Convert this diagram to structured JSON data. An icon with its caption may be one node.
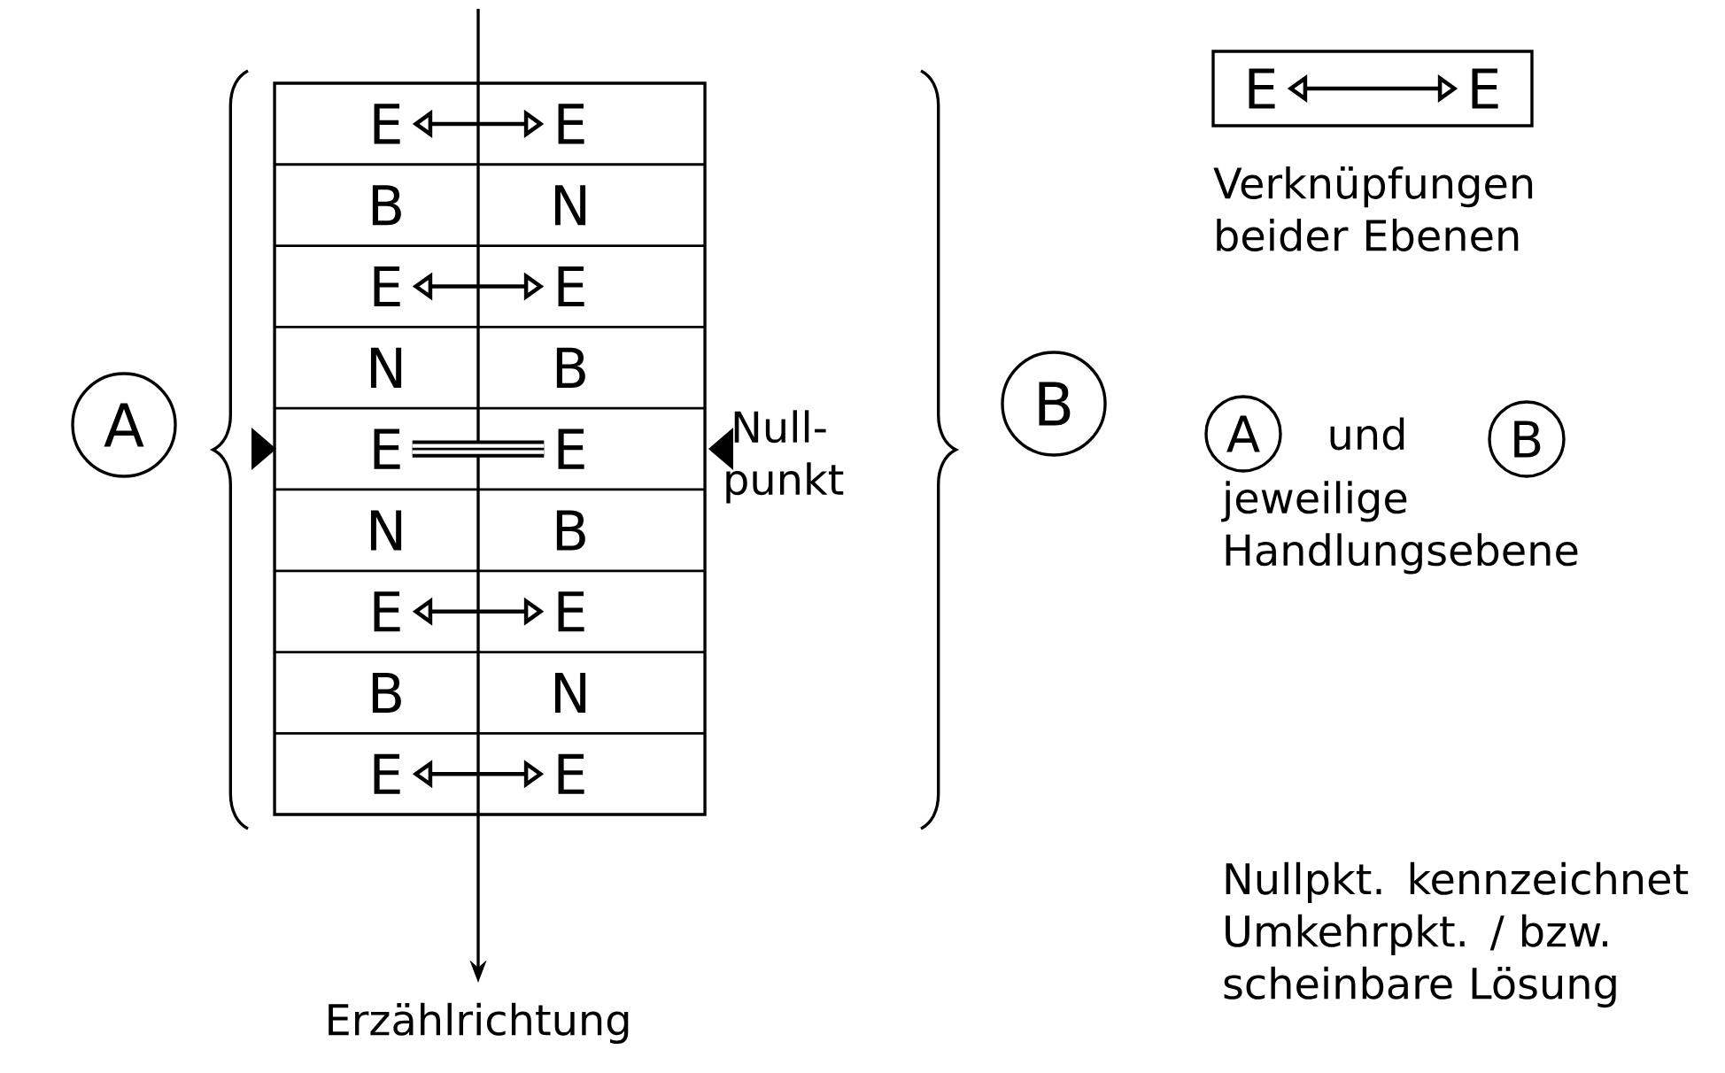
{
  "diagram": {
    "nodes": [
      {
        "text": [
          "A"
        ]
      },
      {
        "text": [],
        "shape": "box"
      },
      {
        "text": [
          "E"
        ],
        "in": 1
      },
      {
        "text": [
          "E"
        ],
        "in": 1
      },
      {
        "text": [
          "B"
        ],
        "in": 1
      },
      {
        "text": [
          "N"
        ],
        "in": 1
      },
      {
        "text": [
          "E"
        ],
        "in": 1
      },
      {
        "text": [
          "E"
        ],
        "in": 1
      },
      {
        "text": [
          "N"
        ],
        "in": 1
      },
      {
        "text": [
          "B"
        ],
        "in": 1
      },
      {
        "text": [
          "E"
        ],
        "in": 1
      },
      {
        "text": [
          "E"
        ],
        "in": 1
      },
      {
        "text": [
          "N"
        ],
        "in": 1
      },
      {
        "text": [
          "B"
        ],
        "in": 1
      },
      {
        "text": [
          "E"
        ],
        "in": 1
      },
      {
        "text": [
          "E"
        ],
        "in": 1
      },
      {
        "text": [
          "B"
        ],
        "in": 1
      },
      {
        "text": [
          "N"
        ],
        "in": 1
      },
      {
        "text": [
          "E"
        ],
        "in": 1
      },
      {
        "text": [
          "E"
        ],
        "in": 1
      },
      {
        "text": [
          "B"
        ]
      },
      {
        "text": [],
        "shape": "box"
      },
      {
        "text": [
          "E"
        ],
        "in": 21
      },
      {
        "text": [
          "E"
        ],
        "in": 21
      },
      {
        "text": [
          "A"
        ]
      },
      {
        "text": [
          "B"
        ]
      }
    ],
    "edges": [
      {
        "from": 2,
        "to": 3,
        "arrow": "both"
      },
      {
        "from": 6,
        "to": 7,
        "arrow": "both"
      },
      {
        "from": 10,
        "to": 11,
        "arrow": "none",
        "style": "thick"
      },
      {
        "from": 14,
        "to": 15,
        "arrow": "both"
      },
      {
        "from": 18,
        "to": 19,
        "arrow": "both"
      },
      {
        "from": 22,
        "to": 23,
        "arrow": "both"
      }
    ],
    "labels": [
      "Null- punkt",
      "Erzählrichtung",
      "Verknüpfungen beider Ebenen",
      "und",
      "jeweilige Handlungsebene",
      "Nullpkt. kennzeichnet Umkehrpkt. / bzw. scheinbare Lösung"
    ]
  }
}
